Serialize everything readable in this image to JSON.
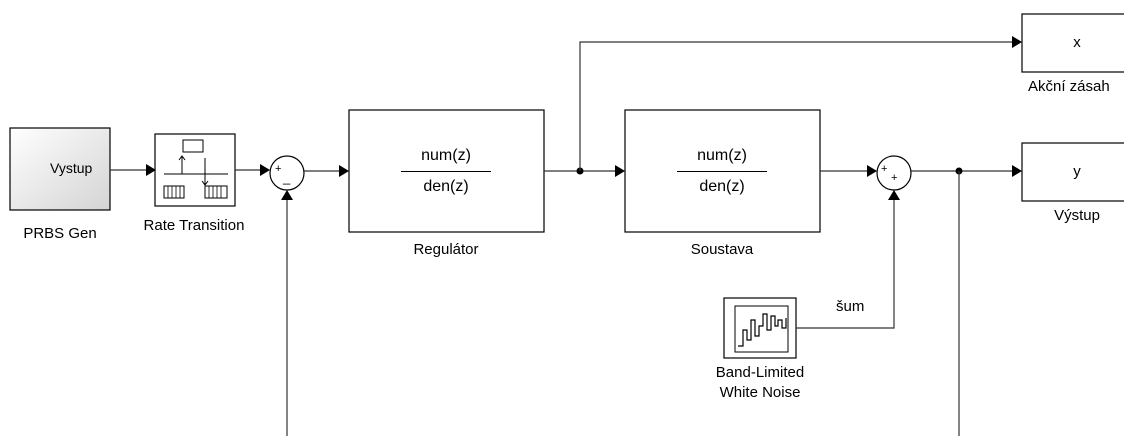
{
  "blocks": {
    "prbs": {
      "port_label": "Vystup",
      "name": "PRBS Gen"
    },
    "rate_transition": {
      "name": "Rate Transition"
    },
    "sum1": {
      "sign_top": "+",
      "sign_bottom": "_"
    },
    "regulator": {
      "numerator": "num(z)",
      "denominator": "den(z)",
      "name": "Regulátor"
    },
    "plant": {
      "numerator": "num(z)",
      "denominator": "den(z)",
      "name": "Soustava"
    },
    "sum2": {
      "sign_top": "+",
      "sign_bottom": "+"
    },
    "noise": {
      "name_line1": "Band-Limited",
      "name_line2": "White Noise",
      "signal_label": "šum"
    },
    "out_x": {
      "port_label": "x",
      "name": "Akční zásah"
    },
    "out_y": {
      "port_label": "y",
      "name": "Výstup"
    }
  }
}
